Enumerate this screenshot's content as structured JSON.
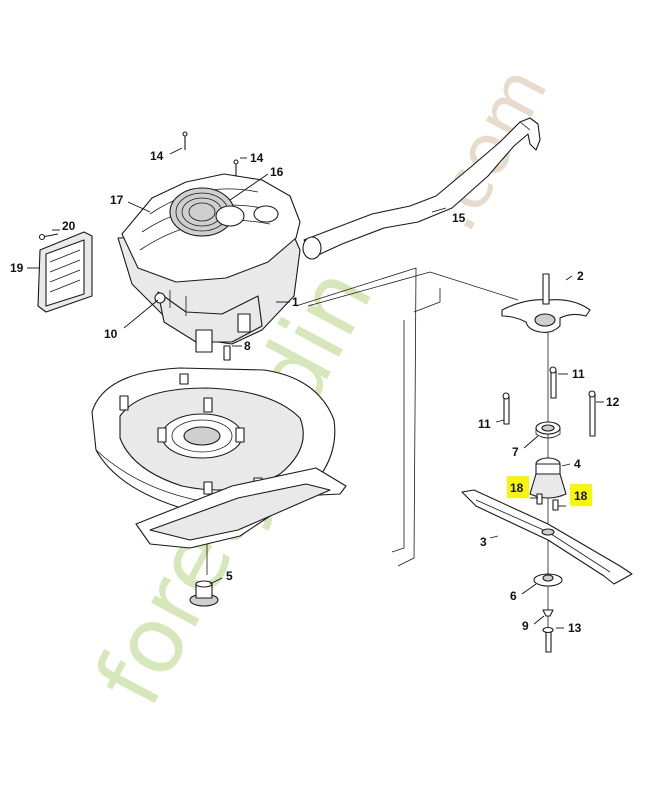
{
  "diagram": {
    "callouts": [
      {
        "id": "c14a",
        "label": "14"
      },
      {
        "id": "c14b",
        "label": "14"
      },
      {
        "id": "c16",
        "label": "16"
      },
      {
        "id": "c17",
        "label": "17"
      },
      {
        "id": "c20",
        "label": "20"
      },
      {
        "id": "c19",
        "label": "19"
      },
      {
        "id": "c15",
        "label": "15"
      },
      {
        "id": "c2",
        "label": "2"
      },
      {
        "id": "c1",
        "label": "1"
      },
      {
        "id": "c10",
        "label": "10"
      },
      {
        "id": "c8",
        "label": "8"
      },
      {
        "id": "c11a",
        "label": "11"
      },
      {
        "id": "c11b",
        "label": "11"
      },
      {
        "id": "c12",
        "label": "12"
      },
      {
        "id": "c7",
        "label": "7"
      },
      {
        "id": "c4",
        "label": "4"
      },
      {
        "id": "c18a",
        "label": "18"
      },
      {
        "id": "c18b",
        "label": "18"
      },
      {
        "id": "c3",
        "label": "3"
      },
      {
        "id": "c5",
        "label": "5"
      },
      {
        "id": "c6",
        "label": "6"
      },
      {
        "id": "c9",
        "label": "9"
      },
      {
        "id": "c13",
        "label": "13"
      }
    ],
    "highlight_color": "#f6f50a",
    "watermark": {
      "brand": "foretjardin",
      "suffix": ".com",
      "brand_color": "#cfe3ad",
      "accent_color": "#e2c9b5"
    }
  }
}
